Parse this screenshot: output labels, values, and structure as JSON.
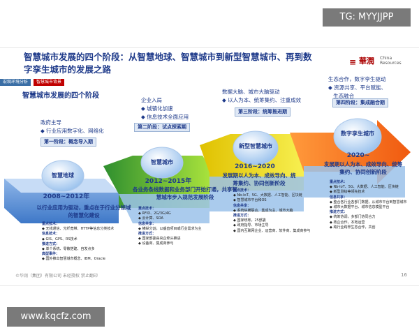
{
  "watermarks": {
    "top": "TG: MYYJJPP",
    "bottom": "www.kqcfz.com"
  },
  "slide": {
    "title": "智慧城市发展的四个阶段：从智慧地球、智慧城市到新型智慧城市、再到数字孪生城市的发展之路",
    "logo": {
      "mark": "≡",
      "cn": "華潤",
      "en": "China Resources"
    },
    "breadcrumbs": [
      "宏观环境分析",
      "智慧城市背景"
    ],
    "subtitle": "智慧城市发展的四个阶段",
    "stages": [
      {
        "driver_title": "政府主导",
        "drivers": [
          "行业应用数字化、网络化"
        ],
        "label": "第一阶段：概念导入期",
        "sphere": "智慧地球",
        "years": "2008~2012年",
        "desc": "以行业应用为驱动，重点在于行业分领域的智慧化建设",
        "details": [
          {
            "h": "重点技术："
          },
          {
            "t": "无线通信、光纤宽带、HTTP等信息分类技术"
          },
          {
            "h": "信息技术："
          },
          {
            "t": "GIS、GPS、RS技术"
          },
          {
            "h": "推进方式："
          },
          {
            "t": "单个系统、零散搭建、自发点多"
          },
          {
            "h": "典型事件："
          },
          {
            "t": "国外推出智慧城市概念、IBM、Oracle"
          }
        ]
      },
      {
        "driver_title": "企业入局",
        "drivers": [
          "城镇化加速",
          "信息技术全面应用"
        ],
        "label": "第二阶段：试点探索期",
        "sphere": "智慧城市",
        "years": "2012~2015年",
        "desc": "各业务条线数据和业务部门开始打通，共享智慧城市步入规范发展阶段",
        "details": [
          {
            "h": "重点技术："
          },
          {
            "t": "RFID、2G/3G/4G"
          },
          {
            "t": "云计算、SOA"
          },
          {
            "h": "信息共享："
          },
          {
            "t": "横纵分割，以垂直项目或行业需求为主"
          },
          {
            "h": "推进方式："
          },
          {
            "t": "国家部委由央企牵头推进"
          },
          {
            "t": "设备商、集成商参与"
          }
        ]
      },
      {
        "driver_title": "数据大脑、城市大脑驱动",
        "drivers": [
          "以人为本、统筹集约、注重成效"
        ],
        "label": "第三阶段：统筹推进期",
        "sphere": "新型智慧城市",
        "years": "2016~2020",
        "desc": "发展期以人为本、成效导向、统筹集约、协同创新阶段",
        "details": [
          {
            "h": "重点技术："
          },
          {
            "t": "Nb-IoT、5G、大数据、人工智能、区块链"
          },
          {
            "t": "智慧城市平台和OS"
          },
          {
            "h": "信息共享："
          },
          {
            "t": "系统纵横联合、集成为主、城市大脑"
          },
          {
            "h": "推进方式："
          },
          {
            "t": "国家统筹，25部委"
          },
          {
            "t": "政府指导、市场主导"
          },
          {
            "t": "国内互联网企业、运营商、软件商、集成商参与"
          }
        ]
      },
      {
        "driver_title": "生态合作，数字孪生驱动",
        "drivers": [
          "资源共享、平台赋能、",
          "生态融合"
        ],
        "label": "第四阶段：集成融合期",
        "sphere": "数字孪生城市",
        "years": "2020~",
        "desc": "发展期以人为本、成效导向、统筹集约、协同创新阶段",
        "details": [
          {
            "h": "重点技术："
          },
          {
            "t": "Nb-IoT、5G、大数据、人工智能、区块链"
          },
          {
            "t": "新型测绘等领先技术"
          },
          {
            "h": "信息共享："
          },
          {
            "t": "整合各行业各部门数据，从城市平台到智慧城市"
          },
          {
            "t": "城市大数据平台、城市信息模型平台"
          },
          {
            "h": "推进方式："
          },
          {
            "t": "统筹协调，多部门协同合力"
          },
          {
            "t": "政企合作，本地运营"
          },
          {
            "t": "跨行业跨界生态合作，共创"
          }
        ]
      }
    ],
    "footer": "©华润（集团）有限公司 未经授权 禁止翻印",
    "page_number": "16",
    "colors": {
      "primary": "#1e3a8a",
      "accent": "#c00000",
      "green": "#6ac026",
      "orange": "#f07020"
    }
  }
}
